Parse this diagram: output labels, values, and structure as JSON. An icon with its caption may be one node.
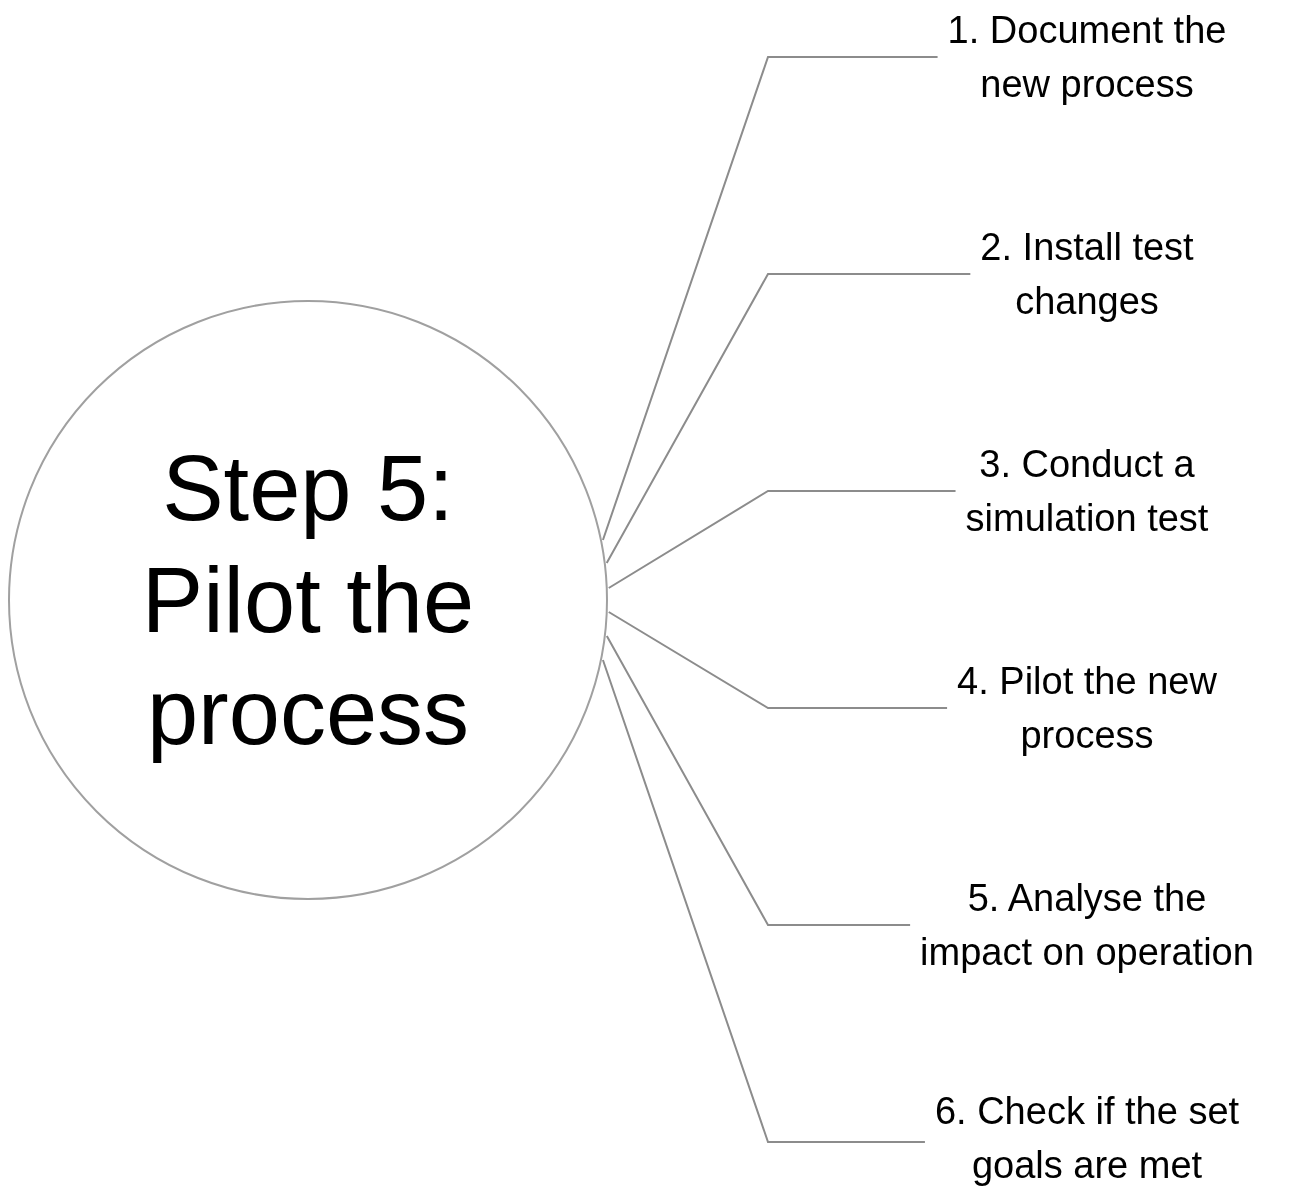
{
  "diagram": {
    "nodes": [
      {
        "text": [
          "Step 5: Pilot the process"
        ]
      },
      {
        "text": [
          "1. Document the new process"
        ]
      },
      {
        "text": [
          "2. Install test changes"
        ]
      },
      {
        "text": [
          "3. Conduct a simulation test"
        ]
      },
      {
        "text": [
          "4. Pilot the new process"
        ]
      },
      {
        "text": [
          "5. Analyse the impact on operation"
        ]
      },
      {
        "text": [
          "6. Check if the set goals are met"
        ]
      }
    ],
    "edges": [
      {
        "from": 0,
        "to": 1,
        "arrow": "none"
      },
      {
        "from": 0,
        "to": 2,
        "arrow": "none"
      },
      {
        "from": 0,
        "to": 3,
        "arrow": "none"
      },
      {
        "from": 0,
        "to": 4,
        "arrow": "none"
      },
      {
        "from": 0,
        "to": 5,
        "arrow": "none"
      },
      {
        "from": 0,
        "to": 6,
        "arrow": "none"
      }
    ]
  }
}
